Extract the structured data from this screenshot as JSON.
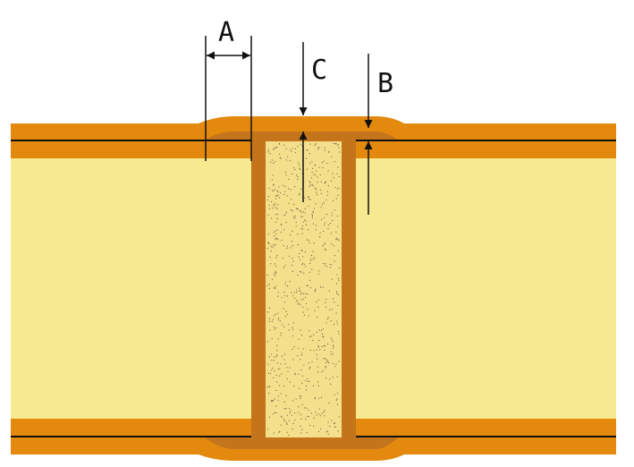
{
  "diagram": {
    "labels": {
      "a": "A",
      "b": "B",
      "c": "C"
    },
    "colors": {
      "laminate": "#F7E98F",
      "copper_foil": "#E3890E",
      "plating": "#C4741A",
      "via_fill": "#F4E08C",
      "lines": "#111111"
    }
  }
}
